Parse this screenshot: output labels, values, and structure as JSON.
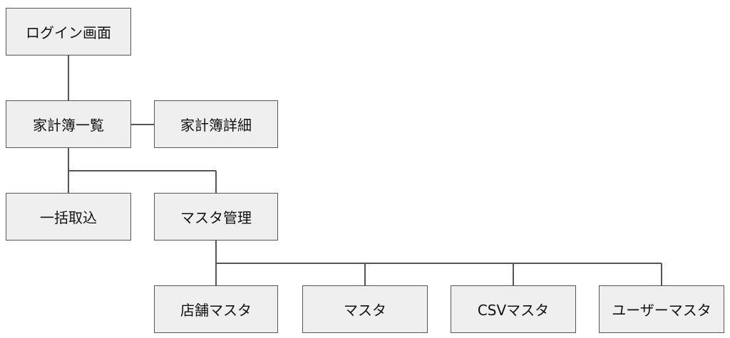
{
  "nodes": {
    "login": "ログイン画面",
    "ledger_list": "家計簿一覧",
    "ledger_detail": "家計簿詳細",
    "bulk_import": "一括取込",
    "master_admin": "マスタ管理",
    "store_master": "店舗マスタ",
    "master": "マスタ",
    "csv_master": "CSVマスタ",
    "user_master": "ユーザーマスタ"
  }
}
